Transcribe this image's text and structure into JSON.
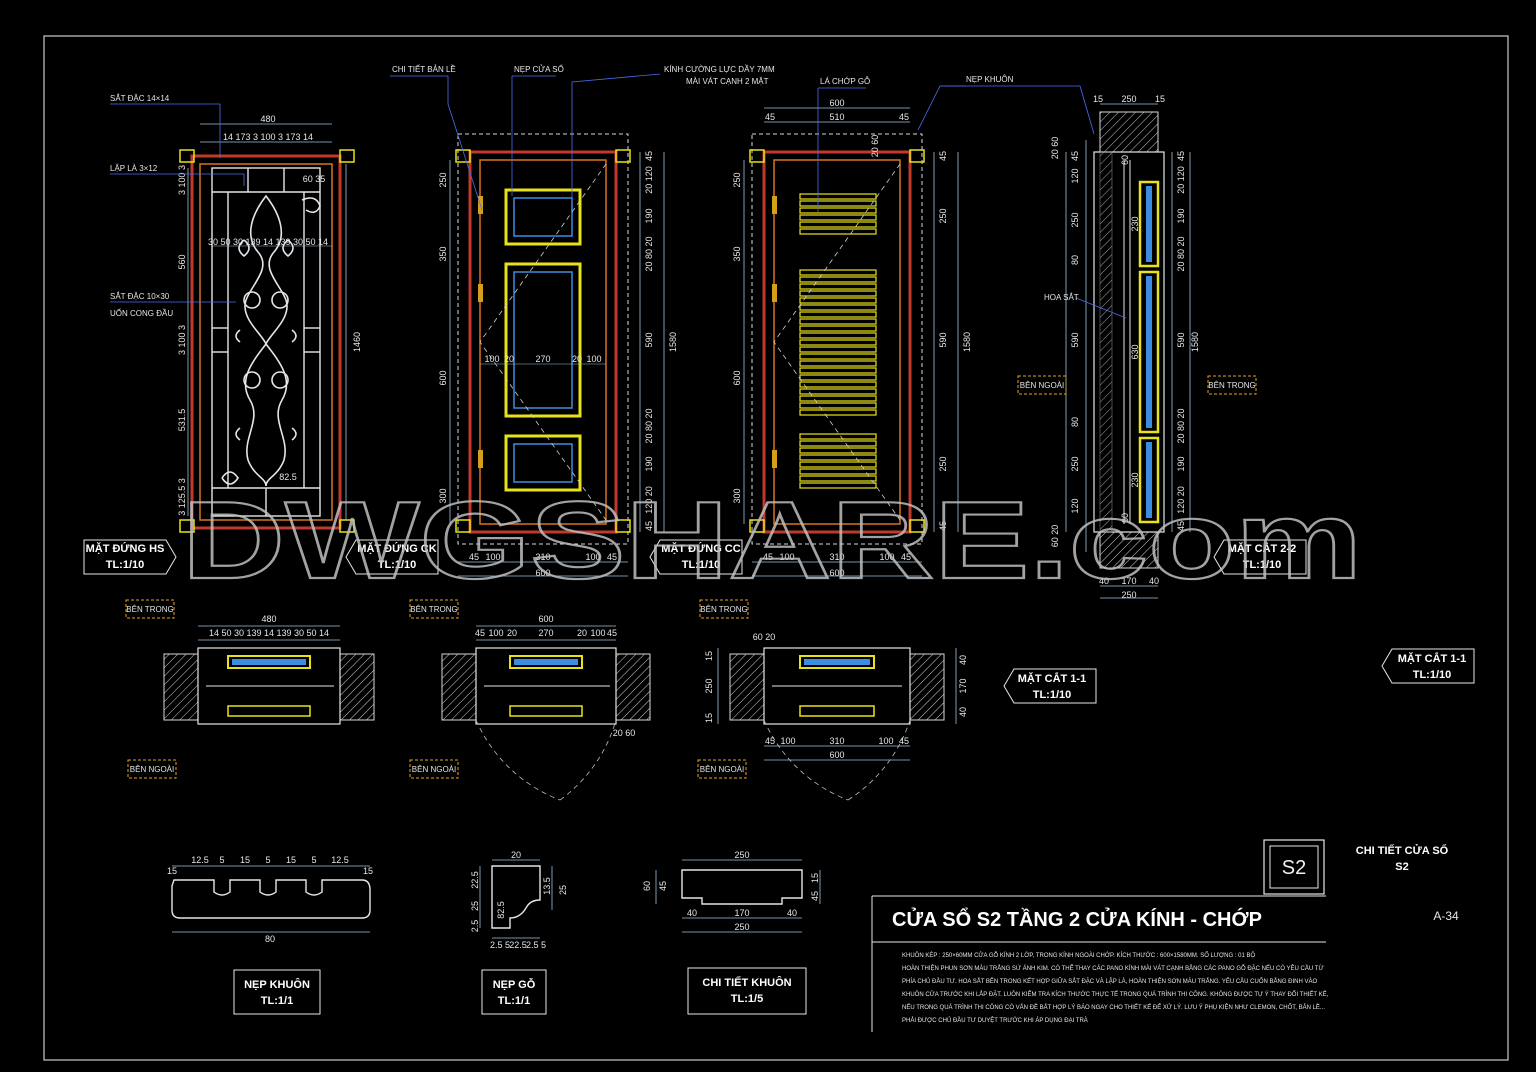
{
  "sheet": {
    "code": "S2",
    "page": "A-34",
    "detail_title": "CHI TIẾT CỬA SỔ",
    "detail_code": "S2",
    "main_title": "CỬA SỔ S2 TẦNG 2 CỬA KÍNH - CHỚP",
    "notes": [
      "KHUÔN KÉP : 250×60MM CỬA GỖ KÍNH 2 LỚP, TRONG KÍNH NGOÀI CHỚP. KÍCH THƯỚC : 600×1580MM. SỐ LƯỢNG : 01 BỘ",
      "HOÀN THIỆN PHUN SƠN MÀU TRẮNG SỨ ÁNH KIM. CÓ THỂ THAY CÁC PANO KÍNH MÀI VÁT CẠNH BẰNG CÁC PANO GỖ ĐẶC NẾU CÓ YÊU CẦU TỪ",
      "PHÍA CHỦ ĐẦU TƯ. HOA SẮT BÊN TRONG KẾT HỢP GIỮA SẮT ĐẶC VÀ LẬP LÀ, HOÀN THIỆN SƠN MÀU TRẮNG. YÊU CẦU CUỐN BẰNG ĐINH VÀO",
      "KHUÔN CỬA TRƯỚC KHI LẮP ĐẶT. LUÔN KIỂM TRA KÍCH THƯỚC THỰC TẾ TRONG QUÁ TRÌNH THI CÔNG. KHÔNG ĐƯỢC TỰ Ý THAY ĐỔI THIẾT KẾ,",
      "NẾU TRONG QUÁ TRÌNH THI CÔNG CÓ VẤN ĐỀ BẤT HỢP LÝ BÁO NGAY CHO THIẾT KẾ ĐỂ XỬ LÝ. LƯU Ý PHỤ KIỆN NHƯ CLEMON, CHỐT, BẢN LỀ...",
      "PHẢI ĐƯỢC CHỦ ĐẦU TƯ DUYỆT TRƯỚC KHI ÁP DỤNG ĐẠI TRÀ"
    ]
  },
  "watermark": "DWGSHARE.com",
  "colors": {
    "frame_red": "#c0392b",
    "frame_orange": "#d4761f",
    "glass_yellow": "#e8e21a",
    "glass_blue": "#3a8de0",
    "dim_line": "#9fbfe0",
    "leader_blue": "#4a6ef0"
  },
  "callouts": {
    "sat_dac_14": "SẮT ĐẶC 14×14",
    "lap_la": "LẬP LÀ 3×12",
    "sat_dac_10": "SẮT ĐẶC 10×30",
    "uon_cong_dau": "UỐN CONG ĐẦU",
    "chi_tiet_ban_le": "CHI TIẾT BẢN LỀ",
    "nep_cua_so": "NẸP CỬA SỔ",
    "kinh_cuong_luc": "KÍNH CƯỜNG LỰC DẦY 7MM",
    "mai_vat": "MÀI VÁT CẠNH 2 MẶT",
    "la_chop_go": "LÁ CHỚP GỖ",
    "nep_khuon": "NẸP KHUÔN",
    "hoa_sat": "HOA SẮT",
    "ben_ngoai": "BÊN NGOÀI",
    "ben_trong": "BÊN TRONG"
  },
  "views": {
    "mat_dung_hs": {
      "title": "MẶT ĐỨNG HS",
      "scale": "TL:1/10"
    },
    "mat_dung_ck": {
      "title": "MẶT ĐỨNG CK",
      "scale": "TL:1/10"
    },
    "mat_dung_cc": {
      "title": "MẶT ĐỨNG CC",
      "scale": "TL:1/10"
    },
    "mat_cat_22": {
      "title": "MẶT CẮT 2-2",
      "scale": "TL:1/10"
    },
    "mat_cat_11": {
      "title": "MẶT CẮT 1-1",
      "scale": "TL:1/10"
    },
    "mat_cat_11b": {
      "title": "MẶT CẮT 1-1",
      "scale": "TL:1/10"
    },
    "nep_khuon": {
      "title": "NẸP KHUÔN",
      "scale": "TL:1/1"
    },
    "nep_go": {
      "title": "NẸP GỖ",
      "scale": "TL:1/1"
    },
    "chi_tiet_khuon": {
      "title": "CHI TIẾT KHUÔN",
      "scale": "TL:1/5"
    }
  },
  "dims": {
    "hs_top": "480",
    "hs_sub": "14 173 3 100 3 173 14",
    "hs_mid": "30 50 30 139 14 139 30 50 14",
    "hs_6035": "60 35",
    "hs_left": [
      "3 100 3",
      "560",
      "3 100 3",
      "531.5",
      "3 125.5 3"
    ],
    "hs_right": "1460",
    "hs_825": "82.5",
    "ck_top": [
      "45",
      "100",
      "310",
      "100",
      "45"
    ],
    "ck_total": "600",
    "ck_inner_h": [
      "100",
      "20",
      "270",
      "20",
      "100"
    ],
    "ck_left": [
      "250",
      "350",
      "600",
      "300"
    ],
    "ck_right": [
      "45",
      "20 120",
      "190",
      "20 80 20",
      "590",
      "20 80 20",
      "190",
      "120 20",
      "45"
    ],
    "ck_total_h": "1580",
    "cc_top": [
      "600",
      "45",
      "510",
      "45"
    ],
    "cc_2060": "20 60",
    "cc_right": [
      "45",
      "250",
      "590",
      "250",
      "45"
    ],
    "s22_top": [
      "15",
      "250",
      "15"
    ],
    "s22_left": [
      "20 60",
      "45",
      "120",
      "250",
      "80",
      "590",
      "80",
      "250",
      "120",
      "60 20"
    ],
    "s22_inner": [
      "60",
      "230",
      "630",
      "230",
      "60"
    ],
    "s22_bottom": [
      "40",
      "170",
      "40"
    ],
    "s22_total": "250",
    "p1_top": "480",
    "p1_sub": "14 50 30 139 14 139 30 50 14",
    "p2_top": "600",
    "p2_sub": [
      "45",
      "100",
      "20",
      "270",
      "20",
      "100",
      "45"
    ],
    "p3_6020": "60 20",
    "p3_bottom": [
      "45",
      "100",
      "310",
      "100",
      "45"
    ],
    "p3_total": "600",
    "p3_left": [
      "15",
      "250",
      "15"
    ],
    "p3_right": [
      "40",
      "170",
      "40"
    ],
    "p2_2060": "20 60",
    "nk_top": [
      "12.5",
      "5",
      "15",
      "5",
      "15",
      "5",
      "12.5"
    ],
    "nk_total": "80",
    "nk_15": "15",
    "ng_top": "20",
    "ng_left": [
      "22.5",
      "25",
      "2.5"
    ],
    "ng_bottom": [
      "2.5 5",
      "22.5",
      "2.5 5"
    ],
    "ng_right": [
      "13.5",
      "25"
    ],
    "ng_825": "82.5",
    "ctk_top": "250",
    "ctk_left": [
      "60",
      "45",
      "15"
    ],
    "ctk_bottom": [
      "40",
      "170",
      "40"
    ],
    "ctk_total": "250"
  }
}
